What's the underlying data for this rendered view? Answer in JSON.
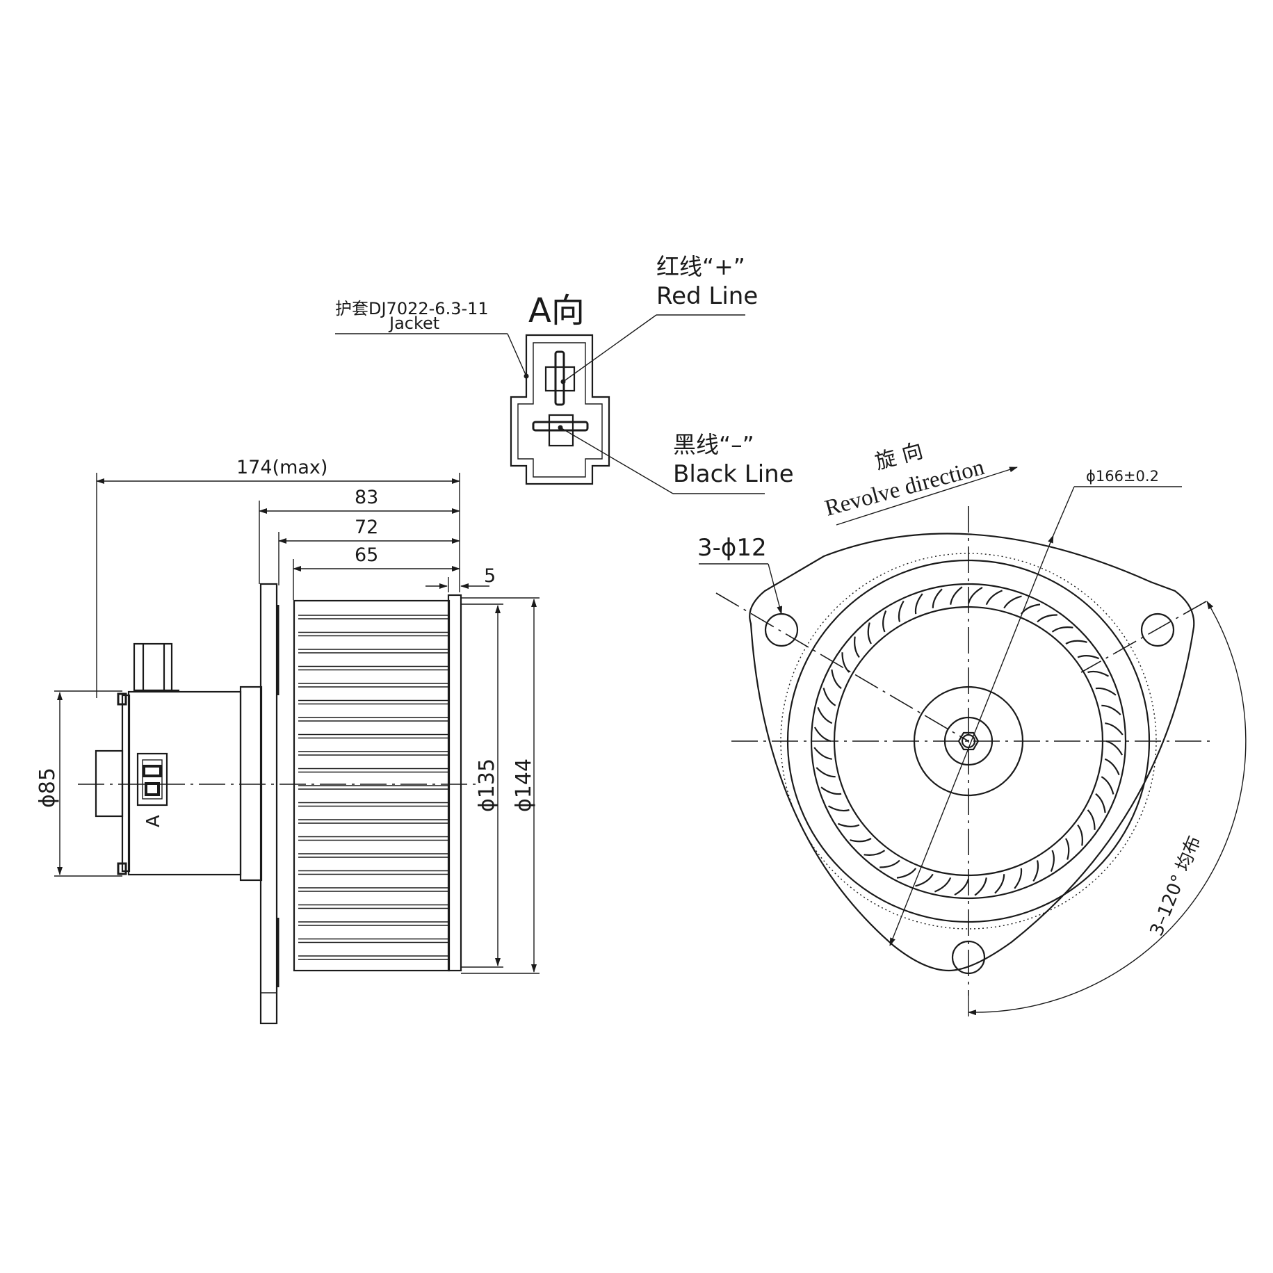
{
  "view_a": {
    "title": "A向",
    "jacket_cn": "护套DJ7022-6.3-11",
    "jacket_en": "Jacket",
    "red_cn": "红线“+”",
    "red_en": "Red Line",
    "black_cn": "黑线“–”",
    "black_en": "Black Line"
  },
  "side_view": {
    "dim_total": "174(max)",
    "dim_83": "83",
    "dim_72": "72",
    "dim_65": "65",
    "dim_5": "5",
    "dia_85": "ϕ85",
    "dia_135": "ϕ135",
    "dia_144": "ϕ144",
    "view_marker": "A"
  },
  "front_view": {
    "rotation_cn": "旋 向",
    "rotation_en": "Revolve direction",
    "pcd": "ϕ166±0.2",
    "holes": "3-ϕ12",
    "angle_note": "3–120° 均布"
  },
  "colors": {
    "line": "#1a1a1a",
    "background": "#ffffff"
  }
}
